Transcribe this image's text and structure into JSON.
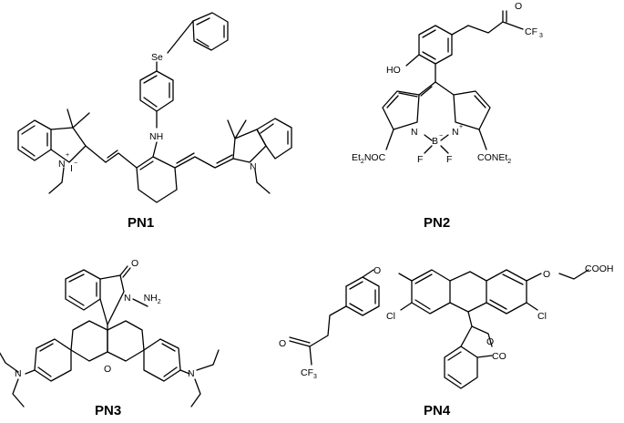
{
  "structures": [
    {
      "name": "PN1",
      "labels": {
        "se": "Se",
        "nh": "NH",
        "n_plus": "N",
        "plus": "+",
        "iodide": "I",
        "iodide_charge": "−",
        "n2": "N"
      }
    },
    {
      "name": "PN2",
      "labels": {
        "o_ketone": "O",
        "cf3_c": "CF",
        "cf3_sub": "3",
        "ho": "HO",
        "n_left": "N",
        "b": "B",
        "minus": "−",
        "n_right": "N",
        "plus": "+",
        "f_left": "F",
        "f_right": "F",
        "et2_left_a": "Et",
        "et2_left_sub": "2",
        "et2_left_b": "NOC",
        "conet2_a": "CONEt",
        "conet2_sub": "2"
      }
    },
    {
      "name": "PN3",
      "labels": {
        "o_carbonyl": "O",
        "nnh2_a": "N",
        "nnh2_b": "NH",
        "nnh2_sub": "2",
        "n_left": "N",
        "o_ring": "O",
        "n_right": "N"
      }
    },
    {
      "name": "PN4",
      "labels": {
        "o_ether_left": "O",
        "o_ether_right": "O",
        "cooh": "COOH",
        "cl_left": "Cl",
        "cl_right": "Cl",
        "o_lactone": "O",
        "co": "CO",
        "o_ketone": "O",
        "cf3_c": "CF",
        "cf3_sub": "3"
      }
    }
  ]
}
